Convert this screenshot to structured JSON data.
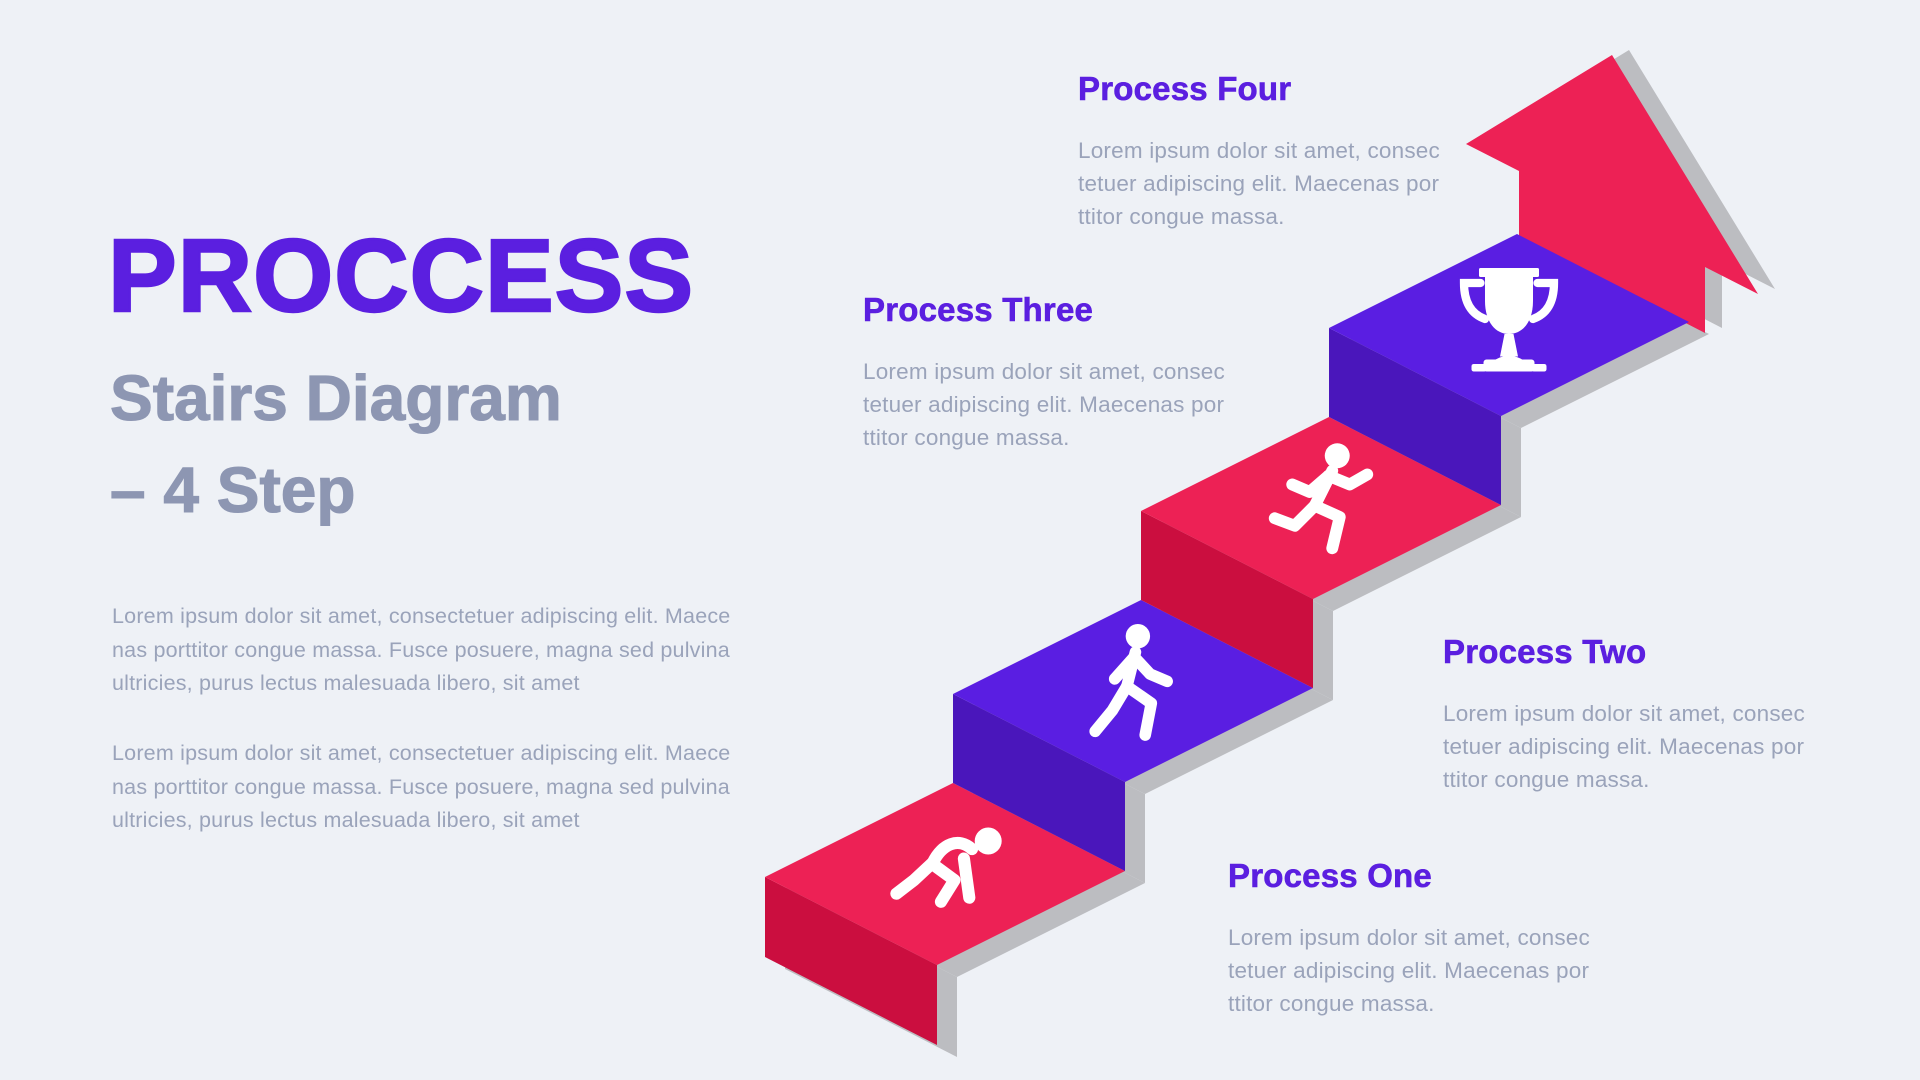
{
  "page": {
    "background_color": "#eef1f6"
  },
  "left_panel": {
    "title": "PROCCESS",
    "subtitle_lines": [
      "Stairs Diagram",
      "– 4 Step"
    ],
    "paragraphs": [
      {
        "lines": [
          "Lorem ipsum dolor sit amet, consectetuer adipiscing elit. Maece",
          "nas porttitor congue massa. Fusce posuere, magna sed pulvina",
          "ultricies, purus lectus malesuada libero, sit amet"
        ]
      },
      {
        "lines": [
          "Lorem ipsum dolor sit amet, consectetuer adipiscing elit. Maece",
          "nas porttitor congue massa. Fusce posuere, magna sed pulvina",
          "ultricies, purus lectus malesuada libero, sit amet"
        ]
      }
    ]
  },
  "diagram": {
    "heading_color": "#5b1fe0",
    "shadow_color": "#bcbdc1",
    "palette": {
      "red_top": "#ed2155",
      "red_side": "#cb0e3f",
      "purple_top": "#5a1ee2",
      "purple_side": "#4a16bb",
      "icon_color": "#ffffff"
    },
    "arrow": {
      "name": "growth-arrow",
      "color": "#ed2155"
    },
    "steps": [
      {
        "id": "one",
        "label": "Process One",
        "icon": "sprinter-icon",
        "color": "red",
        "description_lines": [
          "Lorem ipsum dolor sit amet, consec",
          "tetuer adipiscing elit. Maecenas por",
          "ttitor congue massa."
        ]
      },
      {
        "id": "two",
        "label": "Process Two",
        "icon": "walking-icon",
        "color": "purple",
        "description_lines": [
          "Lorem ipsum dolor sit amet, consec",
          "tetuer adipiscing elit. Maecenas por",
          "ttitor congue massa."
        ]
      },
      {
        "id": "three",
        "label": "Process Three",
        "icon": "running-icon",
        "color": "red",
        "description_lines": [
          "Lorem ipsum dolor sit amet, consec",
          "tetuer adipiscing elit. Maecenas por",
          "ttitor congue massa."
        ]
      },
      {
        "id": "four",
        "label": "Process Four",
        "icon": "trophy-icon",
        "color": "purple",
        "description_lines": [
          "Lorem ipsum dolor sit amet, consec",
          "tetuer adipiscing elit. Maecenas por",
          "ttitor congue massa."
        ]
      }
    ]
  }
}
